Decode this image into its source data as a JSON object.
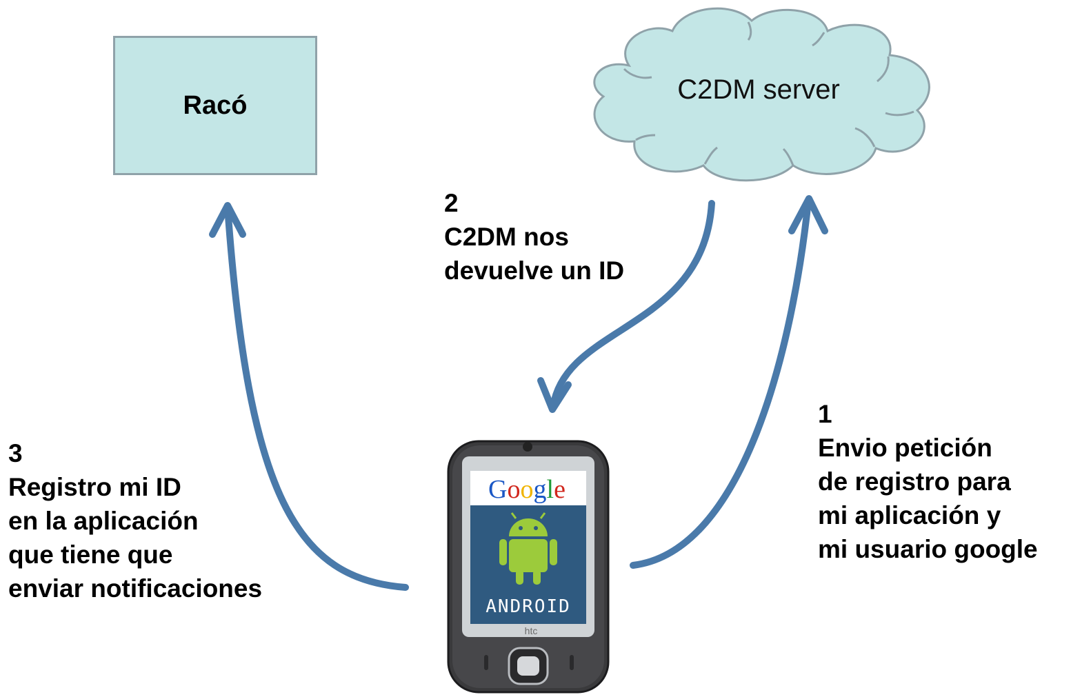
{
  "nodes": {
    "raco": {
      "label": "Racó"
    },
    "c2dm": {
      "label": "C2DM server"
    }
  },
  "steps": {
    "step1": {
      "number": "1",
      "lines": [
        "Envio petición",
        "de registro para",
        "mi aplicación y",
        "mi usuario google"
      ]
    },
    "step2": {
      "number": "2",
      "lines": [
        "C2DM nos",
        "devuelve un ID"
      ]
    },
    "step3": {
      "number": "3",
      "lines": [
        "Registro mi ID",
        "en la aplicación",
        "que tiene que",
        "enviar notificaciones"
      ]
    }
  },
  "phone": {
    "screen_brand": "Google",
    "os_logo_text": "android",
    "maker": "htc"
  },
  "colors": {
    "arrow": "#4a7aaa",
    "box_fill": "#c3e6e6",
    "box_border": "#8fa2a9",
    "cloud_fill": "#c3e6e6",
    "cloud_border": "#8fa2a9",
    "android_green": "#9ccb3b",
    "phone_screen_blue": "#2f5a80"
  }
}
